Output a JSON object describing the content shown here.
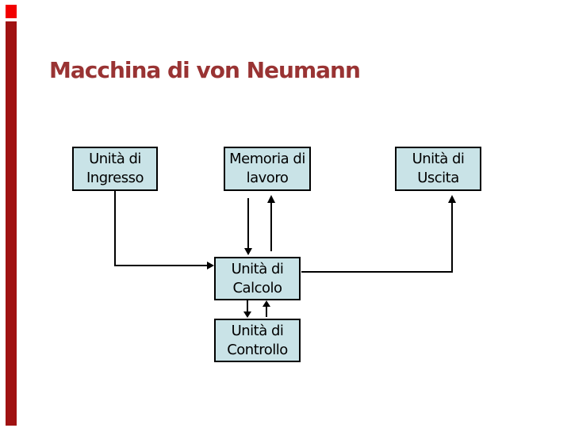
{
  "slide": {
    "title": "Macchina di von Neumann"
  },
  "colors": {
    "title": "#993333",
    "accent_bar_top": "#f20000",
    "accent_bar_main": "#a01212",
    "node_fill": "#c9e3e7",
    "node_border": "#000000",
    "arrow": "#000000"
  },
  "diagram": {
    "nodes": [
      {
        "id": "unita-ingresso",
        "label": "Unità di\nIngresso"
      },
      {
        "id": "memoria-lavoro",
        "label": "Memoria di\nlavoro"
      },
      {
        "id": "unita-uscita",
        "label": "Unità di\nUscita"
      },
      {
        "id": "unita-calcolo",
        "label": "Unità di\nCalcolo"
      },
      {
        "id": "unita-controllo",
        "label": "Unità di\nControllo"
      }
    ],
    "connections": [
      {
        "from": "unita-ingresso",
        "to": "unita-calcolo"
      },
      {
        "from": "memoria-lavoro",
        "to": "unita-calcolo"
      },
      {
        "from": "unita-calcolo",
        "to": "memoria-lavoro"
      },
      {
        "from": "unita-calcolo",
        "to": "unita-uscita"
      },
      {
        "from": "unita-calcolo",
        "to": "unita-controllo"
      },
      {
        "from": "unita-controllo",
        "to": "unita-calcolo"
      }
    ]
  }
}
